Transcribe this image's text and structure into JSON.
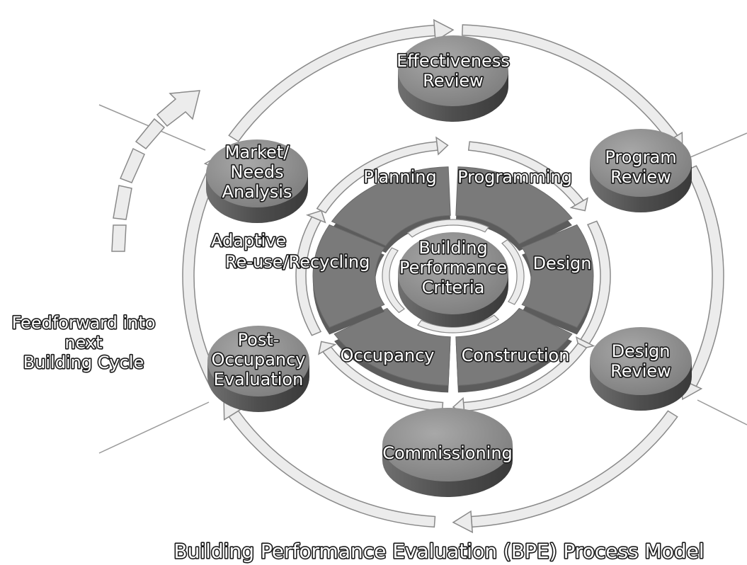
{
  "title": "Building Performance Evaluation (BPE) Process Model",
  "center": {
    "lines": [
      "Building",
      "Performance",
      "Criteria"
    ]
  },
  "review_nodes": [
    {
      "id": "effectiveness-review",
      "lines": [
        "Effectiveness",
        "Review"
      ]
    },
    {
      "id": "program-review",
      "lines": [
        "Program",
        "Review"
      ]
    },
    {
      "id": "design-review",
      "lines": [
        "Design",
        "Review"
      ]
    },
    {
      "id": "commissioning",
      "lines": [
        "Commissioning"
      ]
    },
    {
      "id": "post-occupancy-evaluation",
      "lines": [
        "Post-",
        "Occupancy",
        "Evaluation"
      ]
    },
    {
      "id": "market-needs-analysis",
      "lines": [
        "Market/",
        "Needs",
        "Analysis"
      ]
    }
  ],
  "phases": [
    {
      "id": "planning",
      "label": "Planning"
    },
    {
      "id": "programming",
      "label": "Programming"
    },
    {
      "id": "design",
      "label": "Design"
    },
    {
      "id": "construction",
      "label": "Construction"
    },
    {
      "id": "occupancy",
      "label": "Occupancy"
    },
    {
      "id": "adaptive-reuse",
      "lines": [
        "Adaptive",
        "Re-use/Recycling"
      ]
    }
  ],
  "feedforward": {
    "lines": [
      "Feedforward into",
      "next",
      "Building Cycle"
    ]
  },
  "colors": {
    "disc_fill": "#8c8c8c",
    "disc_side": "#5a5a5a",
    "arrow_fill": "#ececec",
    "arrow_stroke": "#8a8a8a",
    "segment_fill": "#7a7a7a",
    "label_text": "#ffffff",
    "label_outline": "#1a1a1a"
  }
}
